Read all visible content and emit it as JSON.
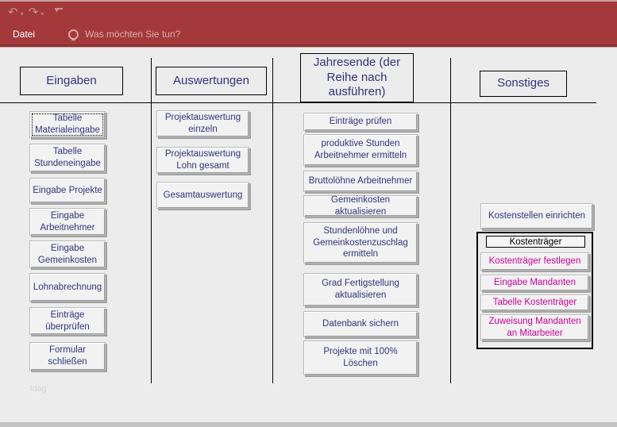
{
  "titlebar": {
    "undo_icon": "↶",
    "redo_icon": "↷"
  },
  "ribbon": {
    "file_tab": "Datei",
    "tell_me": "Was möchten Sie tun?"
  },
  "colors": {
    "ribbon_maroon": "#A4393B",
    "ribbon_edge_dark": "#8A3133",
    "content_bg": "#ECECEC",
    "navy_text": "#333380",
    "magenta_text": "#CC0099"
  },
  "columns": {
    "eingaben": {
      "header": "Eingaben",
      "buttons": [
        "Tabelle Materialeingabe",
        "Tabelle Stundeneingabe",
        "Eingabe Projekte",
        "Eingabe Arbeitnehmer",
        "Eingabe Gemeinkosten",
        "Lohnabrechnung",
        "Einträge überprüfen",
        "Formular schließen"
      ]
    },
    "auswertungen": {
      "header": "Auswertungen",
      "buttons": [
        "Projektauswertung einzeln",
        "Projektauswertung Lohn gesamt",
        "Gesamtauswertung"
      ]
    },
    "jahresende": {
      "header": "Jahresende (der Reihe nach ausführen)",
      "buttons": [
        "Einträge prüfen",
        "produktive Stunden Arbeitnehmer ermitteln",
        "Bruttolöhne Arbeitnehmer",
        "Gemeinkosten aktualisieren",
        "Stundenlöhne und Gemeinkostenzuschlag ermitteln",
        "Grad Fertigstellung aktualisieren",
        "Datenbank sichern",
        "Projekte mit 100% Löschen"
      ]
    },
    "sonstiges": {
      "header": "Sonstiges",
      "buttons": [
        "Kostenstellen einrichten"
      ],
      "kostentraeger_group": {
        "label": "Kostenträger",
        "buttons": [
          "Kostenträger festlegen",
          "Eingabe Mandanten",
          "Tabelle Kostenträger",
          "Zuweisung Mandanten an Mitarbeiter"
        ]
      }
    }
  },
  "watermark": "ldag"
}
